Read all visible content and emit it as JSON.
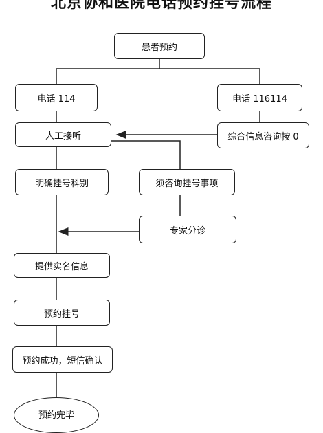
{
  "title": "北京协和医院电话预约挂号流程",
  "nodes": {
    "patient_booking": "患者预约",
    "phone_114": "电话 114",
    "phone_116114": "电话 116114",
    "manual_answer": "人工接听",
    "info_consult": "综合信息咨询按 0",
    "specify_dept": "明确挂号科别",
    "consult_items": "须咨询挂号事项",
    "expert_triage": "专家分诊",
    "real_name_info": "提供实名信息",
    "book_register": "预约挂号",
    "booking_success": "预约成功，短信确认",
    "booking_done": "预约完毕"
  }
}
